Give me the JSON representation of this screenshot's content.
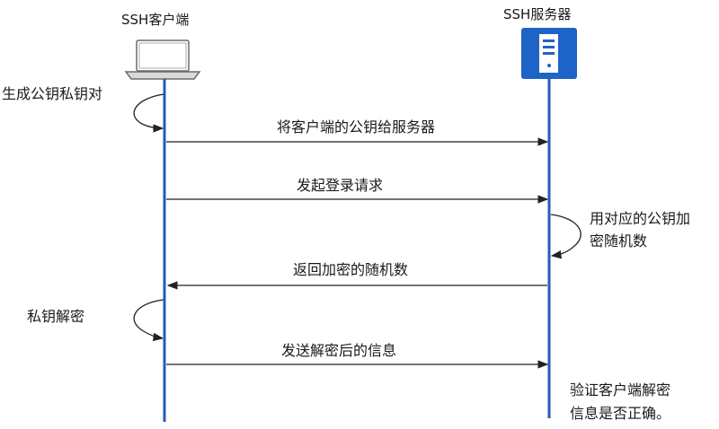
{
  "actors": {
    "client": {
      "label": "SSH客户端",
      "icon": "laptop-icon"
    },
    "server": {
      "label": "SSH服务器",
      "icon": "server-icon"
    }
  },
  "colors": {
    "lifeline": "#1f5fb8",
    "arrow": "#222222",
    "server_fill": "#1e63c6"
  },
  "steps": {
    "client_generate_keys": "生成公钥私钥对",
    "send_public_key": "将客户端的公钥给服务器",
    "login_request": "发起登录请求",
    "server_encrypt_line1": "用对应的公钥加",
    "server_encrypt_line2": "密随机数",
    "return_encrypted": "返回加密的随机数",
    "client_decrypt": "私钥解密",
    "send_decrypted": "发送解密后的信息",
    "server_verify_line1": "验证客户端解密",
    "server_verify_line2": "信息是否正确。"
  }
}
